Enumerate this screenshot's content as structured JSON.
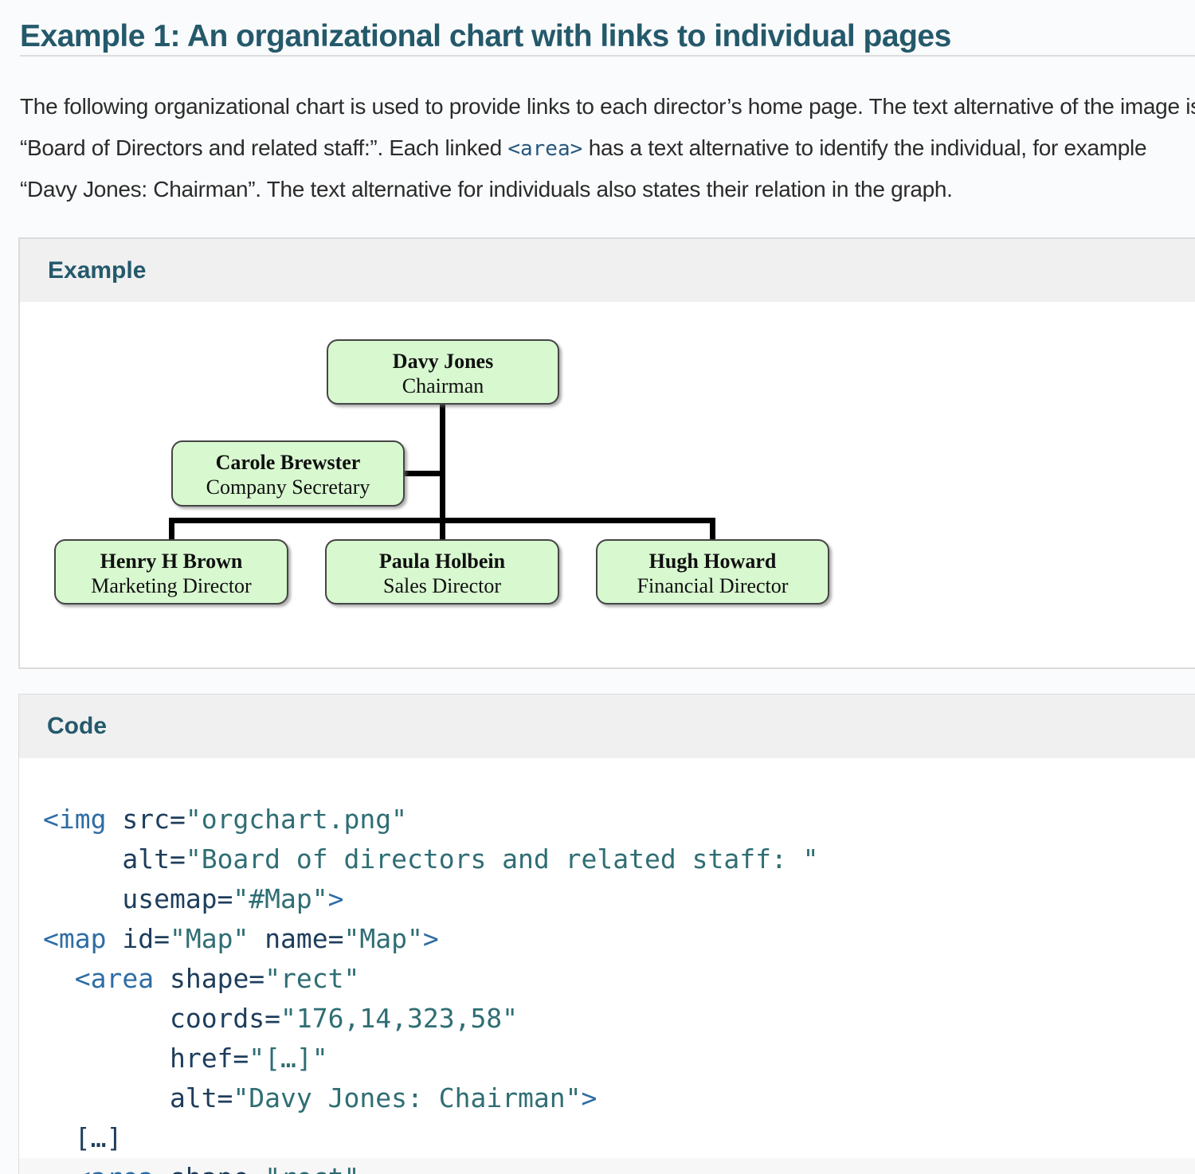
{
  "page": {
    "title": "Example 1: An organizational chart with links to individual pages"
  },
  "intro": {
    "line1": "The following organizational chart is used to provide links to each director’s home page. The text alternative of the image is",
    "line2_pre": "“Board of Directors and related staff:”. Each linked ",
    "line2_code": "<area>",
    "line2_post": " has a text alternative to identify the individual, for example",
    "line3": "“Davy Jones: Chairman”. The text alternative for individuals also states their relation in the graph."
  },
  "example_panel": {
    "header": "Example",
    "org_chart": {
      "nodes": [
        {
          "id": "davy",
          "name": "Davy Jones",
          "role": "Chairman"
        },
        {
          "id": "carole",
          "name": "Carole Brewster",
          "role": "Company Secretary"
        },
        {
          "id": "henry",
          "name": "Henry H Brown",
          "role": "Marketing Director"
        },
        {
          "id": "paula",
          "name": "Paula Holbein",
          "role": "Sales Director"
        },
        {
          "id": "hugh",
          "name": "Hugh Howard",
          "role": "Financial Director"
        }
      ]
    }
  },
  "code_panel": {
    "header": "Code",
    "lines": [
      {
        "highlight": false,
        "segments": [
          [
            "tag",
            "<img"
          ],
          [
            "plain",
            " "
          ],
          [
            "attr",
            "src="
          ],
          [
            "value",
            "\"orgchart.png\""
          ]
        ]
      },
      {
        "highlight": false,
        "segments": [
          [
            "plain",
            "     "
          ],
          [
            "attr",
            "alt="
          ],
          [
            "value",
            "\"Board of directors and related staff: \""
          ]
        ]
      },
      {
        "highlight": false,
        "segments": [
          [
            "plain",
            "     "
          ],
          [
            "attr",
            "usemap="
          ],
          [
            "value",
            "\"#Map\""
          ],
          [
            "tag",
            ">"
          ]
        ]
      },
      {
        "highlight": false,
        "segments": [
          [
            "tag",
            "<map"
          ],
          [
            "plain",
            " "
          ],
          [
            "attr",
            "id="
          ],
          [
            "value",
            "\"Map\""
          ],
          [
            "plain",
            " "
          ],
          [
            "attr",
            "name="
          ],
          [
            "value",
            "\"Map\""
          ],
          [
            "tag",
            ">"
          ]
        ]
      },
      {
        "highlight": false,
        "segments": [
          [
            "plain",
            "  "
          ],
          [
            "tag",
            "<area"
          ],
          [
            "plain",
            " "
          ],
          [
            "attr",
            "shape="
          ],
          [
            "value",
            "\"rect\""
          ]
        ]
      },
      {
        "highlight": false,
        "segments": [
          [
            "plain",
            "        "
          ],
          [
            "attr",
            "coords="
          ],
          [
            "value",
            "\"176,14,323,58\""
          ]
        ]
      },
      {
        "highlight": false,
        "segments": [
          [
            "plain",
            "        "
          ],
          [
            "attr",
            "href="
          ],
          [
            "value",
            "\"[…]\""
          ]
        ]
      },
      {
        "highlight": false,
        "segments": [
          [
            "plain",
            "        "
          ],
          [
            "attr",
            "alt="
          ],
          [
            "value",
            "\"Davy Jones: Chairman\""
          ],
          [
            "tag",
            ">"
          ]
        ]
      },
      {
        "highlight": false,
        "segments": [
          [
            "plain",
            "  […]"
          ]
        ]
      },
      {
        "highlight": true,
        "segments": [
          [
            "plain",
            "  "
          ],
          [
            "tag",
            "<area"
          ],
          [
            "plain",
            " "
          ],
          [
            "attr",
            "shape="
          ],
          [
            "value",
            "\"rect\""
          ]
        ]
      }
    ]
  },
  "colors": {
    "accent_teal": "#24596b",
    "page_bg": "#fafbfc",
    "body_text": "#2b2b2b",
    "inline_code": "#27577f",
    "code_tag": "#2e6da4",
    "code_attr": "#1e3d5c",
    "code_value": "#2f6e74",
    "node_fill": "#d8f8d0",
    "connector": "#000000",
    "panel_header_bg": "#f0f0f1",
    "highlight_row": "#f7f7f8"
  }
}
